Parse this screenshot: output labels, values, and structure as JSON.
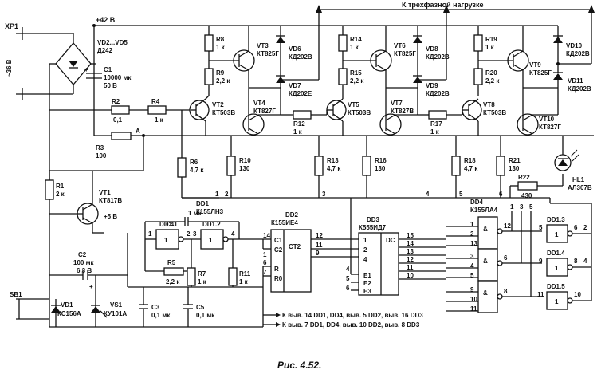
{
  "figure": {
    "caption": "Рис. 4.52."
  },
  "supply": {
    "connector": "XP1",
    "input_voltage": "~36 В",
    "rail": "+42 В",
    "rail_5v": "+5 В"
  },
  "header": {
    "load_label": "К трехфазной нагрузке"
  },
  "components": {
    "vd2_vd5": "VD2...VD5",
    "vd2_vd5_type": "Д242",
    "c1": "C1",
    "c1_val1": "10000 мк",
    "c1_val2": "50 В",
    "r2": "R2",
    "r2_val": "0,1",
    "r3": "R3",
    "r3_val": "100",
    "point_a": "A",
    "r4": "R4",
    "r4_val": "1 к",
    "r8": "R8",
    "r8_val": "1 к",
    "r9": "R9",
    "r9_val": "2,2 к",
    "vt2": "VT2",
    "vt2_type": "КТ503В",
    "vt3": "VT3",
    "vt3_type": "КТ825Г",
    "vt4": "VT4",
    "vt4_type": "КТ827Г",
    "vd6": "VD6",
    "vd6_type": "КД202В",
    "vd7": "VD7",
    "vd7_type": "КД202Е",
    "r12": "R12",
    "r12_val": "1 к",
    "r14": "R14",
    "r14_val": "1 к",
    "r15": "R15",
    "r15_val": "2,2 к",
    "vt5": "VT5",
    "vt5_type": "КТ503В",
    "vt6": "VT6",
    "vt6_type": "КТ825Г",
    "vt7": "VT7",
    "vt7_type": "КТ827В",
    "vd8": "VD8",
    "vd8_type": "КД202В",
    "vd9": "VD9",
    "vd9_type": "КД202В",
    "r17": "R17",
    "r17_val": "1 к",
    "r19": "R19",
    "r19_val": "1 к",
    "r20": "R20",
    "r20_val": "2,2 к",
    "vt8": "VT8",
    "vt8_type": "КТ503В",
    "vt9": "VT9",
    "vt9_type": "КТ825Г",
    "vt10": "VT10",
    "vt10_type": "КТ827Г",
    "vd10": "VD10",
    "vd10_type": "КД202В",
    "vd11": "VD11",
    "vd11_type": "КД202В",
    "r6": "R6",
    "r6_val": "4,7 к",
    "r10": "R10",
    "r10_val": "130",
    "r13": "R13",
    "r13_val": "4,7 к",
    "r16": "R16",
    "r16_val": "130",
    "r18": "R18",
    "r18_val": "4,7 к",
    "r21": "R21",
    "r21_val": "130",
    "r22": "R22",
    "r22_val": "430",
    "hl1": "HL1",
    "hl1_type": "АЛ307В",
    "r1": "R1",
    "r1_val": "2 к",
    "vt1": "VT1",
    "vt1_type": "КТ817В",
    "c2": "C2",
    "c2_val1": "100 мк",
    "c2_val2": "6,3 В",
    "sb1": "SB1",
    "vd1": "VD1",
    "vd1_type": "КС156А",
    "vs1": "VS1",
    "vs1_type": "КУ101А",
    "c3": "C3",
    "c3_val": "0,1 мк",
    "c4": "C4",
    "c4_val": "1 мк",
    "c5": "C5",
    "c5_val": "0,1 мк",
    "dd1": "DD1",
    "dd1_type": "К155ЛН3",
    "dd1_1": "DD1.1",
    "dd1_2": "DD1.2",
    "r5": "R5",
    "r5_val": "2,2 к",
    "r7": "R7",
    "r7_val": "1 к",
    "r11": "R11",
    "r11_val": "1 к",
    "dd2": "DD2",
    "dd2_type": "К155ИЕ4",
    "dd3": "DD3",
    "dd3_type": "К555ИД7",
    "dd4": "DD4",
    "dd4_type": "К155ЛА4",
    "dd4_1": "DD1.3",
    "dd4_2": "DD1.4",
    "dd4_3": "DD1.5"
  },
  "dd2_pins": {
    "c1": "C1",
    "c2": "C2",
    "ct2": "CT2",
    "r": "R",
    "r0": "R0"
  },
  "dd3_pins": {
    "dc": "DC",
    "e1": "E1",
    "e2": "E2",
    "e3": "E3"
  },
  "bus_numbers": [
    "1",
    "2",
    "3",
    "4",
    "5",
    "6"
  ],
  "notes": {
    "line1": "К выв. 14 DD1, DD4, выв. 5 DD2, выв. 16 DD3",
    "line2": "К выв. 7 DD1, DD4, выв. 10 DD2, выв. 8 DD3"
  }
}
